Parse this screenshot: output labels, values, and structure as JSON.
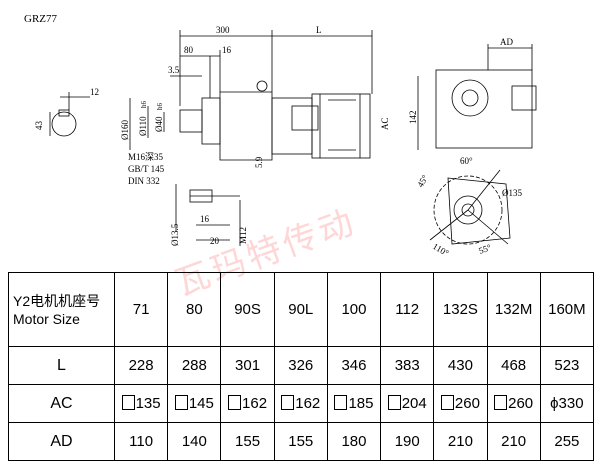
{
  "title": "GRZ77",
  "dims": {
    "d300": "300",
    "dL": "L",
    "d80": "80",
    "d16a": "16",
    "d3_5": "3.5",
    "d12": "12",
    "d43": "43",
    "phi160": "Ø160",
    "phi110": "Ø110",
    "h6a": "h6",
    "phi40": "Ø40",
    "h6b": "h6",
    "thread": "M16深35",
    "std1": "GB/T 145",
    "std2": "DIN 332",
    "d5_9": "5.9",
    "phi13_5": "Ø13.5",
    "d16b": "16",
    "d20": "20",
    "M12": "M12",
    "dAD": "AD",
    "dAC": "AC",
    "d142": "142",
    "a60": "60°",
    "a45": "45°",
    "phi135": "Ø135",
    "a110": "110°",
    "a55": "55°"
  },
  "table": {
    "header_label_cn": "Y2电机机座号",
    "header_label_en": "Motor Size",
    "sizes": [
      "71",
      "80",
      "90S",
      "90L",
      "100",
      "112",
      "132S",
      "132M",
      "160M"
    ],
    "rows": [
      {
        "label": "L",
        "values": [
          "228",
          "288",
          "301",
          "326",
          "346",
          "383",
          "430",
          "468",
          "523"
        ]
      },
      {
        "label": "AC",
        "values": [
          "135",
          "145",
          "162",
          "162",
          "185",
          "204",
          "260",
          "260",
          "ϕ330"
        ]
      },
      {
        "label": "AD",
        "values": [
          "110",
          "140",
          "155",
          "155",
          "180",
          "190",
          "210",
          "210",
          "255"
        ]
      }
    ]
  },
  "watermark": "瓦玛特传动"
}
